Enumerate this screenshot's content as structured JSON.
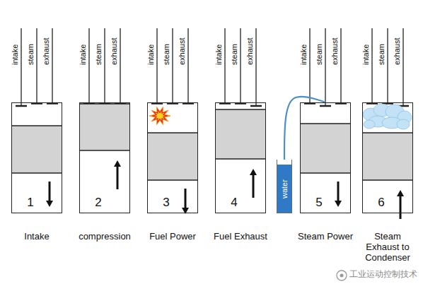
{
  "diagram": {
    "nodes": [
      {
        "text": [
          "1"
        ]
      },
      {
        "text": [
          "2"
        ]
      },
      {
        "text": [
          "3"
        ]
      },
      {
        "text": [
          "4"
        ]
      },
      {
        "text": [
          "5"
        ]
      },
      {
        "text": [
          "6"
        ]
      },
      {
        "text": [
          "water"
        ]
      }
    ],
    "edges": [
      {
        "from": 6,
        "to": 4,
        "arrow": "none"
      }
    ],
    "labels": [
      "intake",
      "steam",
      "exhaust",
      "intake",
      "steam",
      "exhaust",
      "intake",
      "steam",
      "exhaust",
      "intake",
      "steam",
      "exhaust",
      "intake",
      "steam",
      "exhaust",
      "intake",
      "steam",
      "exhaust",
      "Intake",
      "compression",
      "Fuel Power",
      "Fuel Exhaust",
      "Steam Power",
      "Steam Exhaust to Condenser",
      "工业运动控制技术"
    ]
  }
}
